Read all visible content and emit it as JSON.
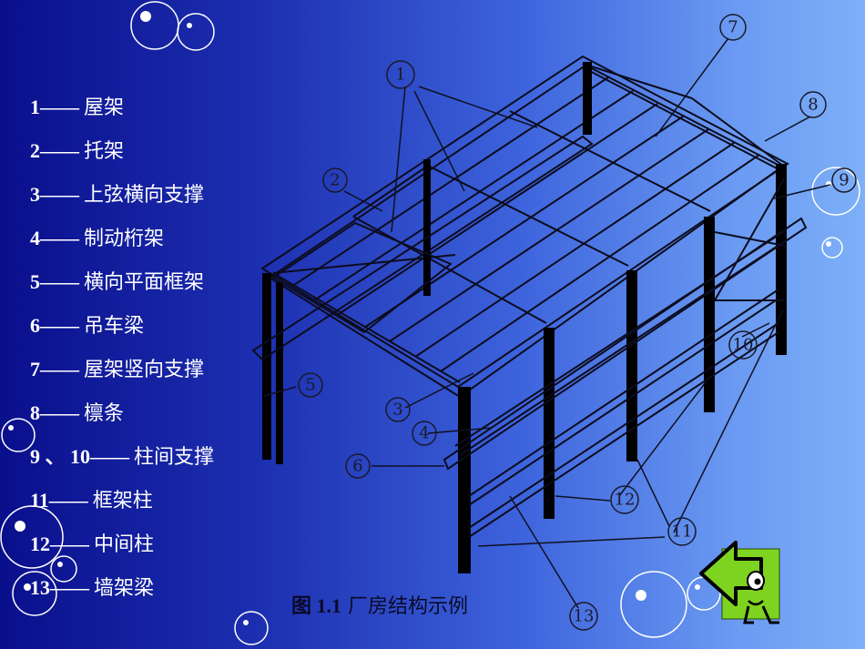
{
  "legend": {
    "items": [
      {
        "num": "1",
        "dash": "——",
        "label": "屋架"
      },
      {
        "num": "2",
        "dash": "——",
        "label": "托架"
      },
      {
        "num": "3",
        "dash": "——",
        "label": "上弦横向支撑"
      },
      {
        "num": "4",
        "dash": "——",
        "label": "制动桁架"
      },
      {
        "num": "5",
        "dash": "——",
        "label": "横向平面框架"
      },
      {
        "num": "6",
        "dash": "——",
        "label": "吊车梁"
      },
      {
        "num": "7",
        "dash": "——",
        "label": "屋架竖向支撑"
      },
      {
        "num": "8",
        "dash": "——",
        "label": "檩条"
      },
      {
        "num": "9 、 10",
        "dash": "——",
        "label": "柱间支撑"
      },
      {
        "num": "11",
        "dash": "——",
        "label": "框架柱"
      },
      {
        "num": "12",
        "dash": "——",
        "label": "中间柱"
      },
      {
        "num": "13",
        "dash": "——",
        "label": "墙架梁"
      }
    ]
  },
  "caption": {
    "fig_num": "图 1.1",
    "title": "厂房结构示例"
  },
  "callouts": [
    "1",
    "2",
    "3",
    "4",
    "5",
    "6",
    "7",
    "8",
    "9",
    "10",
    "11",
    "12",
    "13"
  ],
  "colors": {
    "background_left": "#0a0f8c",
    "background_right": "#7eb0f8",
    "nav_button": "#7ed321",
    "linework": "#0c0c1e"
  },
  "icons": {
    "next_button": "pointing-arrow-character-icon",
    "decor": "bubble-icon"
  }
}
